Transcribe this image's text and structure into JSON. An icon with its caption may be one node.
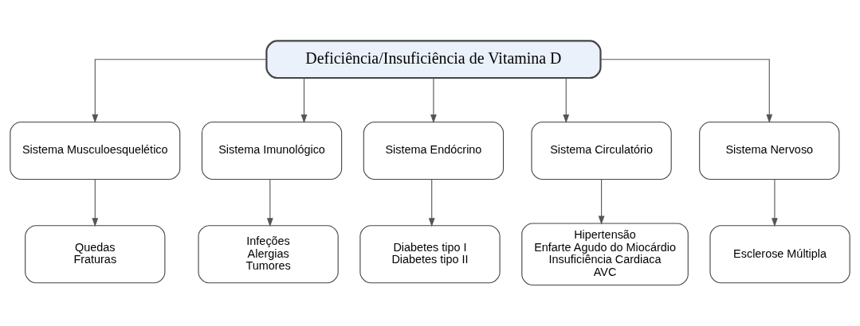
{
  "diagram": {
    "nodes": [
      {
        "text": [
          "Deficiência/Insuficiência de Vitamina D"
        ]
      },
      {
        "text": [
          "Sistema Musculoesquelético"
        ]
      },
      {
        "text": [
          "Sistema Imunológico"
        ]
      },
      {
        "text": [
          "Sistema Endócrino"
        ]
      },
      {
        "text": [
          "Sistema Circulatório"
        ]
      },
      {
        "text": [
          "Sistema Nervoso"
        ]
      },
      {
        "text": [
          "Quedas",
          "Fraturas"
        ]
      },
      {
        "text": [
          "Infeções",
          "Alergias",
          "Tumores"
        ]
      },
      {
        "text": [
          "Diabetes tipo I",
          "Diabetes tipo II"
        ]
      },
      {
        "text": [
          "Hipertensão",
          "Enfarte Agudo do Miocárdio",
          "Insuficiência Cardiaca",
          "AVC"
        ]
      },
      {
        "text": [
          "Esclerose Múltipla"
        ]
      }
    ],
    "edges": [
      {
        "from": 0,
        "to": 1,
        "arrow": "to"
      },
      {
        "from": 0,
        "to": 2,
        "arrow": "to"
      },
      {
        "from": 0,
        "to": 3,
        "arrow": "to"
      },
      {
        "from": 0,
        "to": 4,
        "arrow": "to"
      },
      {
        "from": 0,
        "to": 5,
        "arrow": "to"
      },
      {
        "from": 1,
        "to": 6,
        "arrow": "to"
      },
      {
        "from": 2,
        "to": 7,
        "arrow": "to"
      },
      {
        "from": 3,
        "to": 8,
        "arrow": "to"
      },
      {
        "from": 4,
        "to": 9,
        "arrow": "to"
      },
      {
        "from": 5,
        "to": 10,
        "arrow": "to"
      }
    ]
  }
}
